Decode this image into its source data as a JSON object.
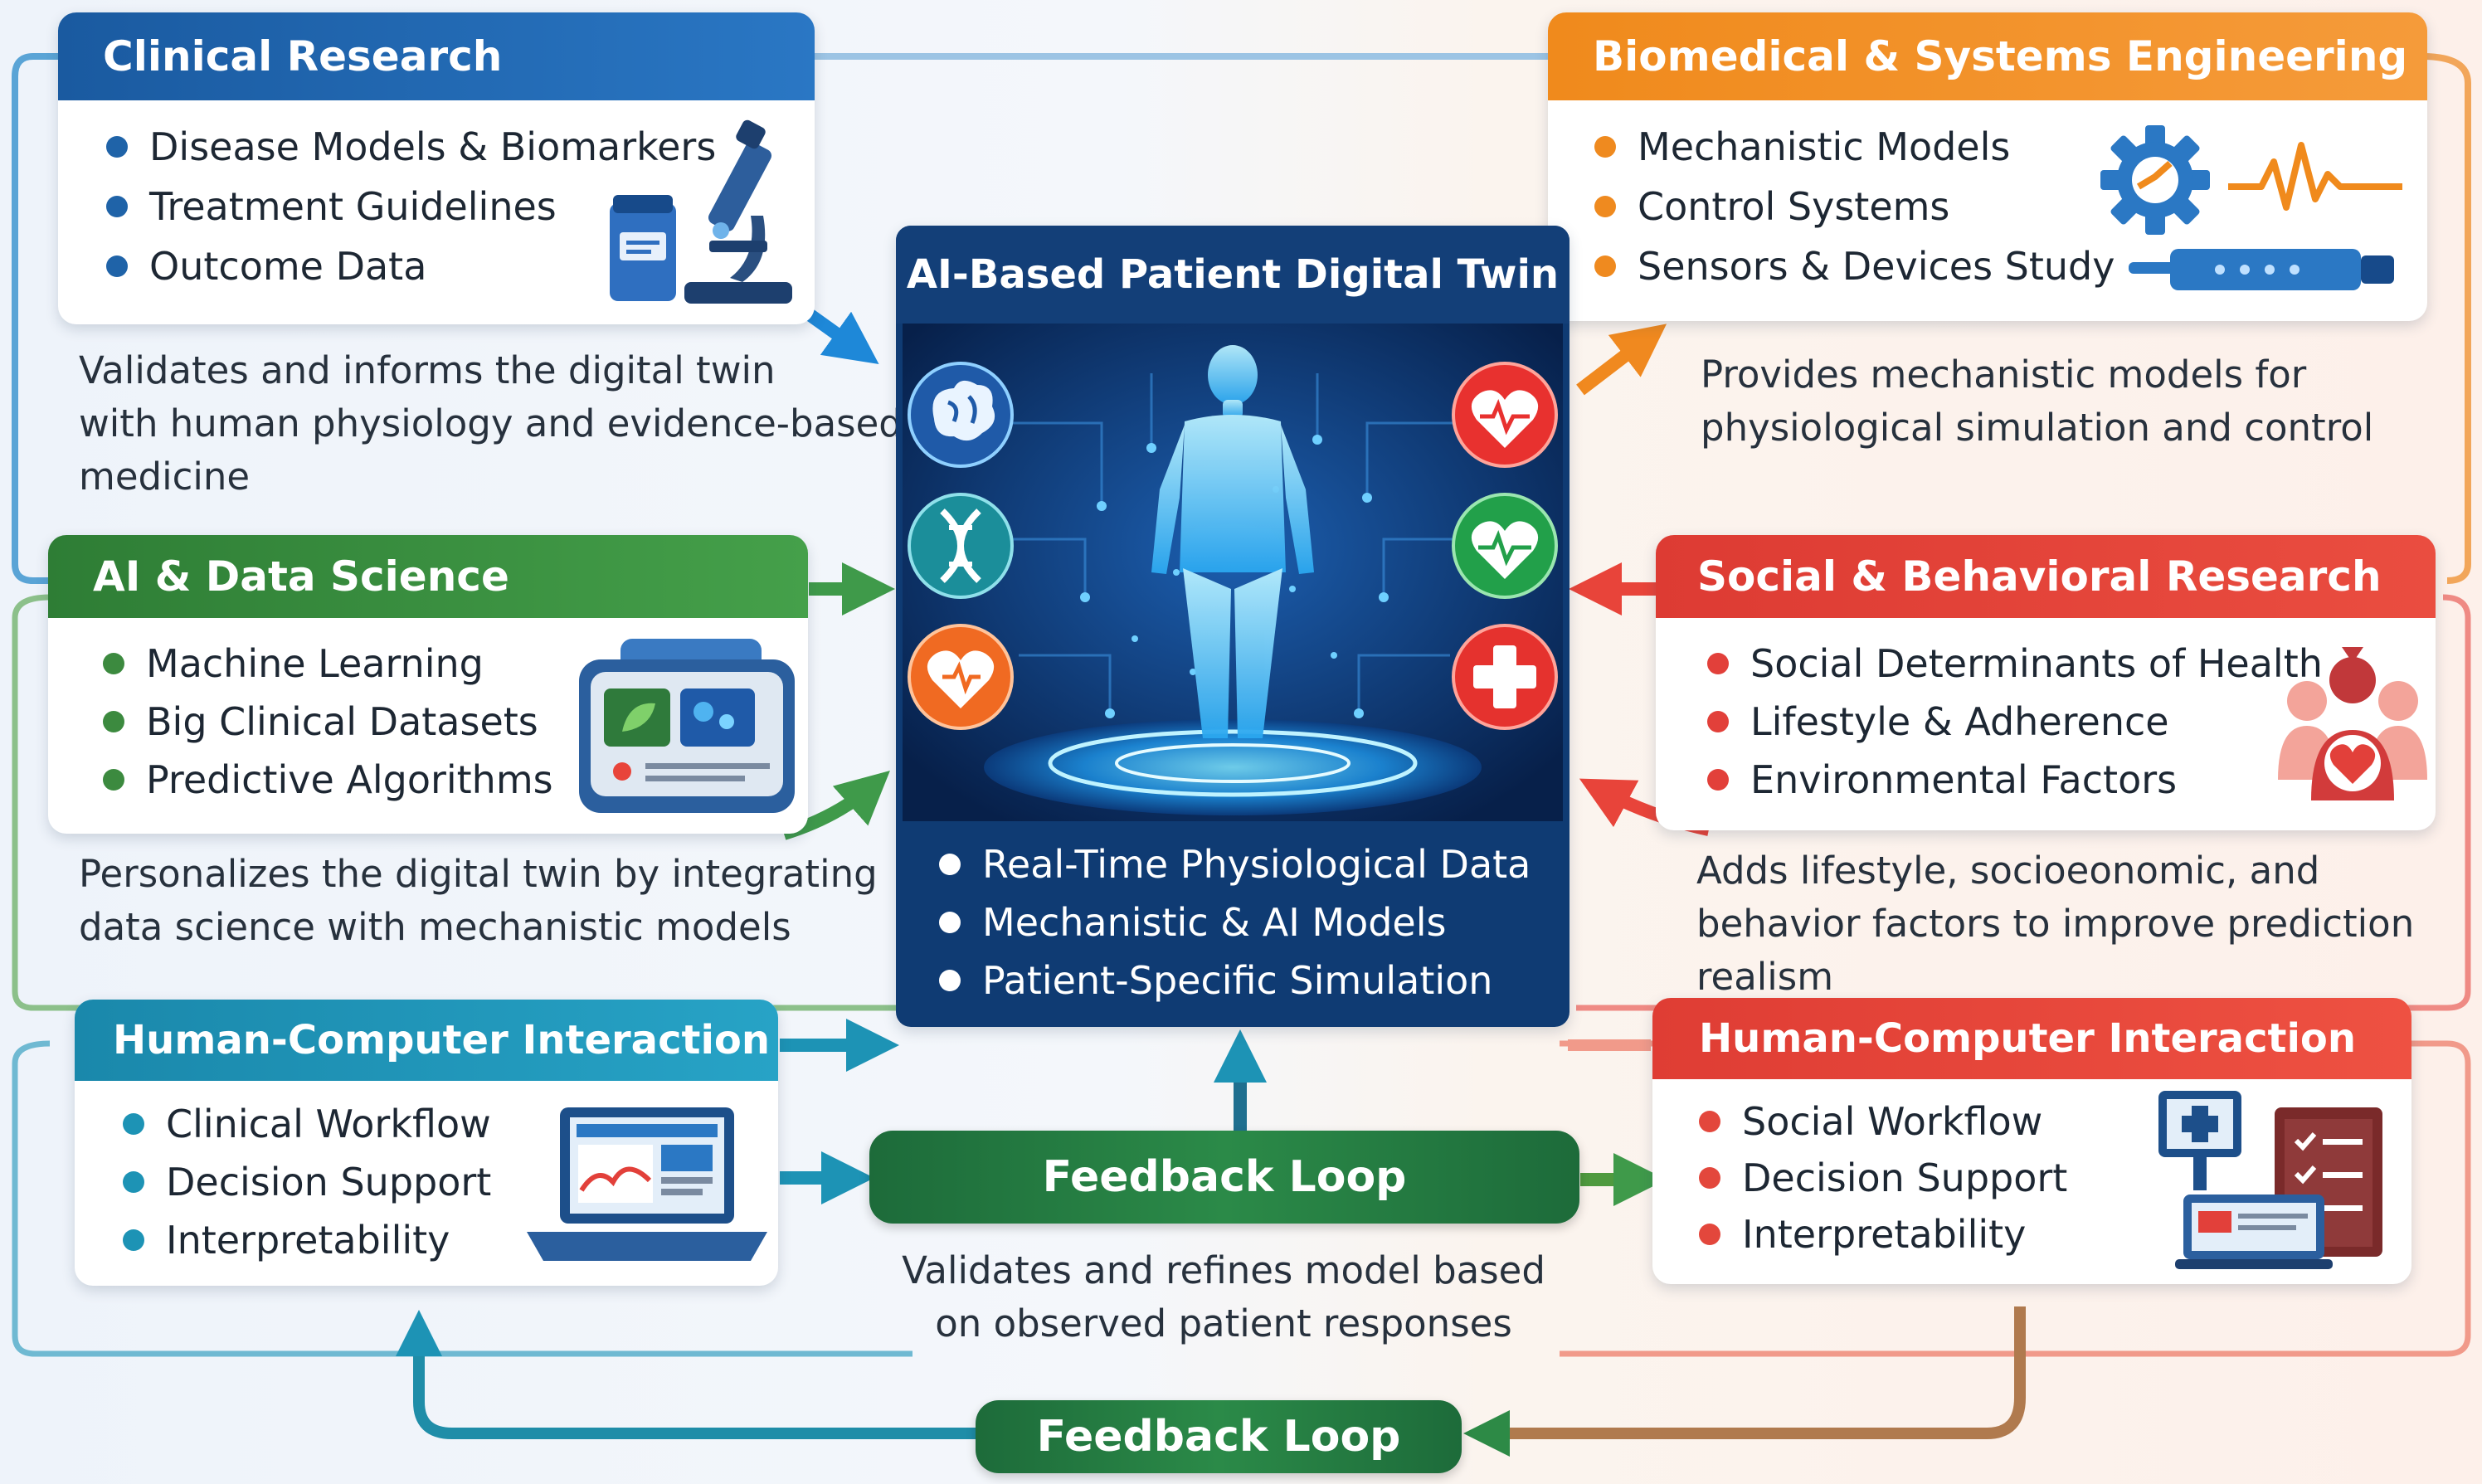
{
  "center": {
    "title": "AI-Based Patient Digital Twin",
    "items": [
      "Real-Time Physiological Data",
      "Mechanistic & AI Models",
      "Patient-Specific Simulation"
    ]
  },
  "clinical_research": {
    "title": "Clinical Research",
    "items": [
      "Disease Models & Biomarkers",
      "Treatment Guidelines",
      "Outcome Data"
    ],
    "description": [
      "Validates and informs the digital twin",
      "with human physiology and evidence-based",
      "medicine"
    ]
  },
  "biomedical_engineering": {
    "title": "Biomedical & Systems Engineering",
    "items": [
      "Mechanistic Models",
      "Control Systems",
      "Sensors & Devices Study"
    ],
    "description": [
      "Provides mechanistic models for",
      "physiological simulation and control"
    ]
  },
  "ai_data_science": {
    "title": "AI & Data Science",
    "items": [
      "Machine Learning",
      "Big Clinical Datasets",
      "Predictive Algorithms"
    ],
    "description": [
      "Personalizes the digital twin by integrating",
      "data science with mechanistic models"
    ]
  },
  "social_behavioral": {
    "title": "Social & Behavioral Research",
    "items": [
      "Social Determinants of Health",
      "Lifestyle & Adherence",
      "Environmental Factors"
    ],
    "description": [
      "Adds lifestyle, socioeonomic, and",
      "behavior factors to improve prediction realism"
    ]
  },
  "hci_left": {
    "title": "Human-Computer Interaction",
    "items": [
      "Clinical Workflow",
      "Decision Support",
      "Interpretability"
    ]
  },
  "hci_right": {
    "title": "Human-Computer Interaction",
    "items": [
      "Social Workflow",
      "Decision Support",
      "Interpretability"
    ]
  },
  "feedback_center": {
    "label": "Feedback Loop",
    "description": [
      "Validates and refines model based",
      "on observed patient responses"
    ]
  },
  "feedback_bottom": {
    "label": "Feedback Loop"
  },
  "colors": {
    "clinical": "#1f63a8",
    "biomedical": "#ef8a1f",
    "ai": "#3c8a3f",
    "social": "#e2403a",
    "hci_left": "#1d93b5",
    "hci_right": "#e3473c",
    "feedback": "#1f7a3d",
    "center_bg": "#0f3b73"
  }
}
